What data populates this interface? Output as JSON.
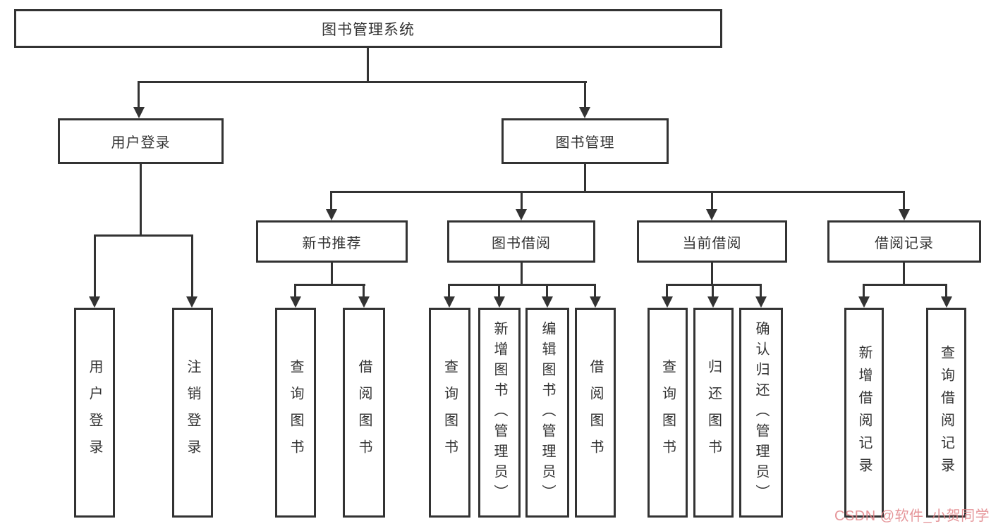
{
  "diagram": {
    "title": "图书管理系统",
    "line_color": "#333333",
    "text_color": "#333333",
    "background": "#ffffff"
  },
  "tree": {
    "root": {
      "label": "图书管理系统"
    },
    "level2": [
      {
        "id": "user-login",
        "label": "用户登录"
      },
      {
        "id": "book-management",
        "label": "图书管理"
      }
    ],
    "level3": [
      {
        "id": "new-book-recommend",
        "label": "新书推荐",
        "parent": "book-management"
      },
      {
        "id": "book-borrow",
        "label": "图书借阅",
        "parent": "book-management"
      },
      {
        "id": "current-borrow",
        "label": "当前借阅",
        "parent": "book-management"
      },
      {
        "id": "borrow-records",
        "label": "借阅记录",
        "parent": "book-management"
      }
    ],
    "leaves": [
      {
        "parent": "user-login",
        "label": "用户登录"
      },
      {
        "parent": "user-login",
        "label": "注销登录"
      },
      {
        "parent": "new-book-recommend",
        "label": "查询图书"
      },
      {
        "parent": "new-book-recommend",
        "label": "借阅图书"
      },
      {
        "parent": "book-borrow",
        "label": "查询图书"
      },
      {
        "parent": "book-borrow",
        "label": "新增图书（管理员）"
      },
      {
        "parent": "book-borrow",
        "label": "编辑图书（管理员）"
      },
      {
        "parent": "book-borrow",
        "label": "借阅图书"
      },
      {
        "parent": "current-borrow",
        "label": "查询图书"
      },
      {
        "parent": "current-borrow",
        "label": "归还图书"
      },
      {
        "parent": "current-borrow",
        "label": "确认归还（管理员）"
      },
      {
        "parent": "borrow-records",
        "label": "新增借阅记录"
      },
      {
        "parent": "borrow-records",
        "label": "查询借阅记录"
      }
    ]
  },
  "watermark": {
    "text": "CSDN @软件_小贺同学",
    "color": "#e18287"
  }
}
